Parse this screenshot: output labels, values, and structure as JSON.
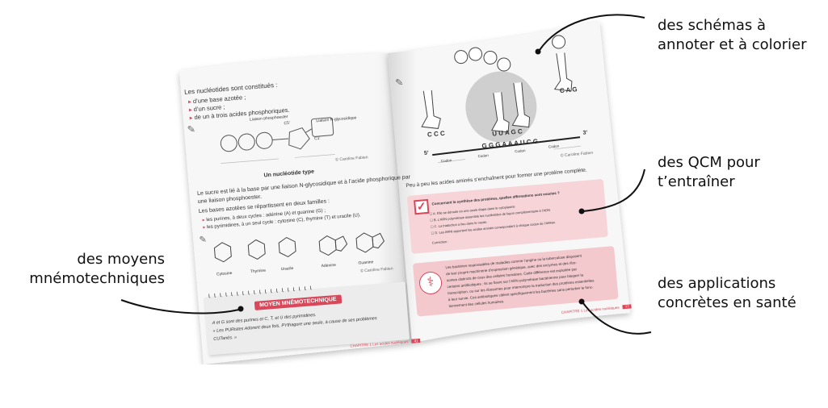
{
  "callouts": {
    "schemas": [
      "des schémas à",
      "annoter et à colorier"
    ],
    "qcm": [
      "des QCM pour",
      "t’entraîner"
    ],
    "applications": [
      "des applications",
      "concrètes en santé"
    ],
    "moyens": [
      "des moyens",
      "mnémotechniques"
    ]
  },
  "left_page": {
    "intro": "Les nucléotides sont constitués :",
    "bullets": [
      "d’une base azotée ;",
      "d’un sucre ;",
      "de un à trois acides phosphoriques."
    ],
    "diagram_labels": {
      "phosphoester": "Liaison phosphoester",
      "glycosidique": "Liaison N-glycosidique",
      "c5": "C5’",
      "c1": "C1’"
    },
    "credit": "© Caroline Fabien",
    "nucleotide_title": "Un nucléotide type",
    "para1": "Le sucre est lié à la base par une liaison N-glycosidique et à l’acide phosphorique par",
    "para1b": "une liaison phosphoester.",
    "para2": "Les bases azotées se répartissent en deux familles :",
    "families": [
      "les purines, à deux cycles : adénine (A) et guanine (G) ;",
      "les pyrimidines, à un seul cycle : cytosine (C), thymine (T) et uracile (U)."
    ],
    "bases": [
      "Cytosine",
      "Thymine",
      "Uracile",
      "Adénine",
      "Guanine"
    ],
    "credit2": "© Caroline Fabien",
    "mnemo_title": "MOYEN MNÉMOTECHNIQUE",
    "mnemo_line1": "A et G sont des purines et C, T, et U des pyrimidines.",
    "mnemo_line2": "« Les PURistes Adorent deux fois, PYthagore une seule, à cause de ses problèmes",
    "mnemo_line3": "CUTanés. »",
    "footer": "CHAPITRE 1 Les acides nucléiques",
    "page_num": "41"
  },
  "right_page": {
    "anticodons": [
      "C C C",
      "U U A G C",
      "C A G"
    ],
    "mrna": "G G G A A A U C G",
    "five_prime": "5’",
    "three_prime": "3’",
    "codon_label": "Codon",
    "credit": "© Caroline Fabien",
    "para": "Peu à peu les acides aminés s’enchaînent pour former une protéine complète.",
    "qcm_title": "Concernant la synthèse des protéines, quelles affirmations sont exactes ?",
    "qcm_options": [
      "A. Elle se déroule en une seule étape dans le cytoplasme",
      "B. L’ARN polymérase assemble les nucléotides de façon complémentaire à l’ADN",
      "C. La traduction a lieu dans le noyau",
      "D. Les ARNt apportent les acides aminés correspondant à chaque codon de l’ARNm."
    ],
    "correction": "Correction :",
    "app_lines": [
      "Les bactéries responsables de maladies comme l’angine ou la tuberculose disposent",
      "de leur propre machinerie d’expression génétique, avec des enzymes et des ribo-",
      "somes distincts de ceux des cellules humaines. Cette différence est exploitée par",
      "certains antibiotiques : ils se fixent sur l’ARN polymérase bactérienne pour bloquer la",
      "transcription, ou sur les ribosomes pour interrompre la traduction des protéines essentielles",
      "à leur survie. Ces antibiotiques ciblent spécifiquement les bactéries sans perturber le fonc-",
      "tionnement des cellules humaines."
    ],
    "footer": "CHAPITRE 1 Les acides nucléiques",
    "page_num": "77"
  },
  "colors": {
    "accent": "#d9475a",
    "accent_light": "#f6d4d8",
    "accent_box": "#f3c9ce",
    "page": "#f7f7f7",
    "gray_circle": "#cfcfcf"
  }
}
